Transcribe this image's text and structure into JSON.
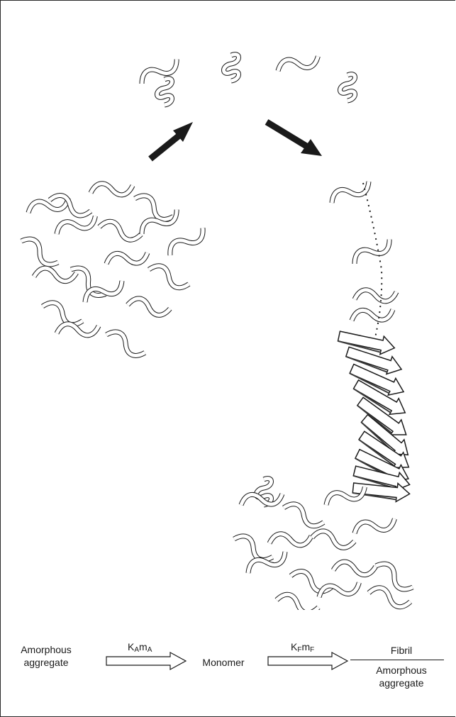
{
  "equation": {
    "left_label_line1": "Amorphous",
    "left_label_line2": "aggregate",
    "rate_a_main": "K",
    "rate_a_sub": "A",
    "rate_a_main2": "m",
    "rate_a_sub2": "A",
    "middle_label": "Monomer",
    "rate_f_main": "K",
    "rate_f_sub": "F",
    "rate_f_main2": "m",
    "rate_f_sub2": "F",
    "numerator": "Fibril",
    "denominator_line1": "Amorphous",
    "denominator_line2": "aggregate"
  },
  "colors": {
    "ink": "#1a1a1a",
    "ribbon_fill": "#ffffff",
    "ribbon_shade": "#3a3a3a",
    "background": "#ffffff"
  }
}
